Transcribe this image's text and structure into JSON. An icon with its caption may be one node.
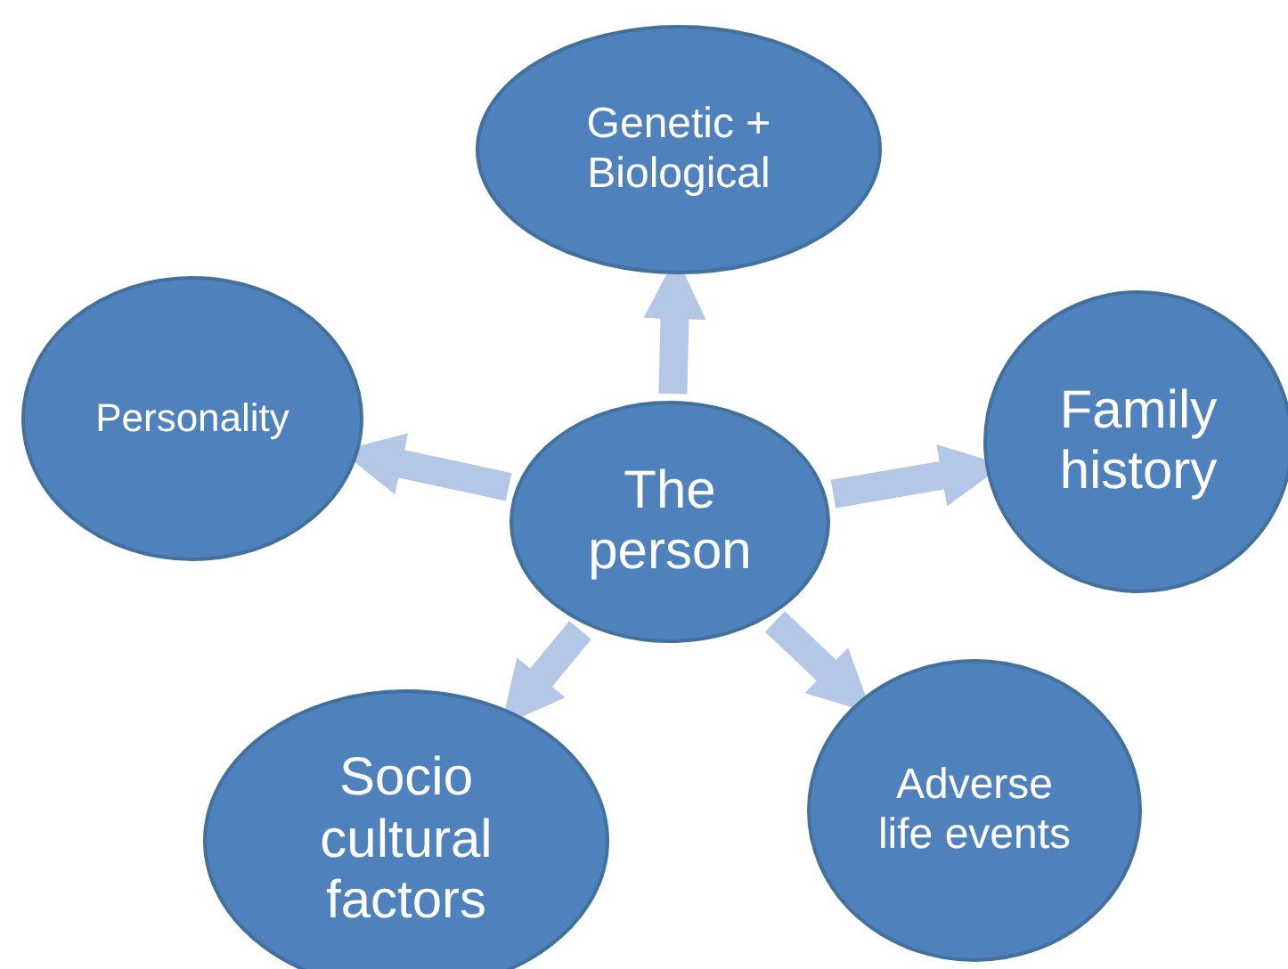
{
  "diagram": {
    "nodes": [
      {
        "text": [
          "The person"
        ]
      },
      {
        "text": [
          "Genetic + Biological"
        ]
      },
      {
        "text": [
          "Personality"
        ]
      },
      {
        "text": [
          "Family history"
        ]
      },
      {
        "text": [
          "Socio cultural factors"
        ]
      },
      {
        "text": [
          "Adverse life events"
        ]
      }
    ],
    "edges": [
      {
        "from": 0,
        "to": 1,
        "arrow": "to"
      },
      {
        "from": 0,
        "to": 2,
        "arrow": "to"
      },
      {
        "from": 0,
        "to": 3,
        "arrow": "to"
      },
      {
        "from": 0,
        "to": 4,
        "arrow": "to"
      },
      {
        "from": 0,
        "to": 5,
        "arrow": "to"
      }
    ]
  }
}
